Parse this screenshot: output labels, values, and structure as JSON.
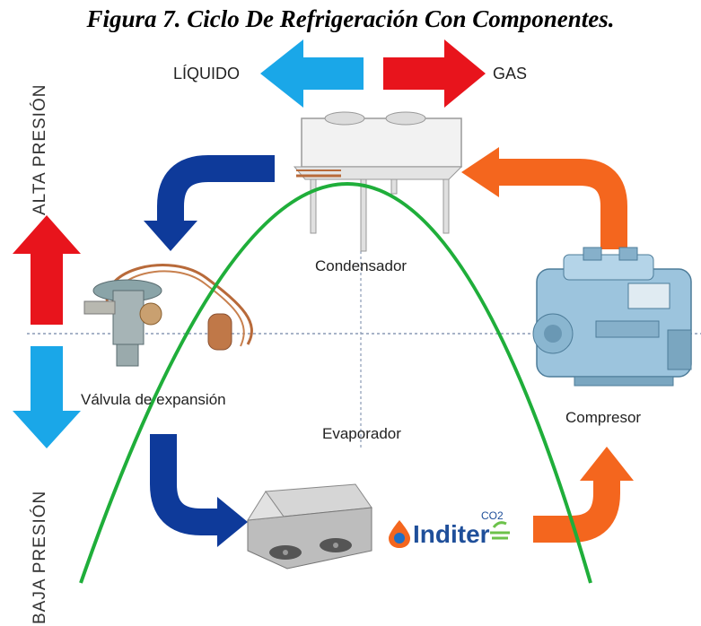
{
  "caption": "Figura 7. Ciclo De Refrigeración Con Componentes.",
  "labels": {
    "liquido": "LÍQUIDO",
    "gas": "GAS",
    "alta_presion": "ALTA PRESIÓN",
    "baja_presion": "BAJA PRESIÓN",
    "condensador": "Condensador",
    "valvula": "Válvula de expansión",
    "evaporador": "Evaporador",
    "compresor": "Compresor",
    "logo_text": "Inditer",
    "logo_sub": "CO2"
  },
  "colors": {
    "liquid_blue": "#1aa7e8",
    "gas_red": "#e8141c",
    "dark_blue": "#0e3a9a",
    "orange": "#f4661e",
    "parabola_green": "#1fae3a",
    "machine_blue": "#9cc4dd",
    "copper": "#b86a3a"
  }
}
